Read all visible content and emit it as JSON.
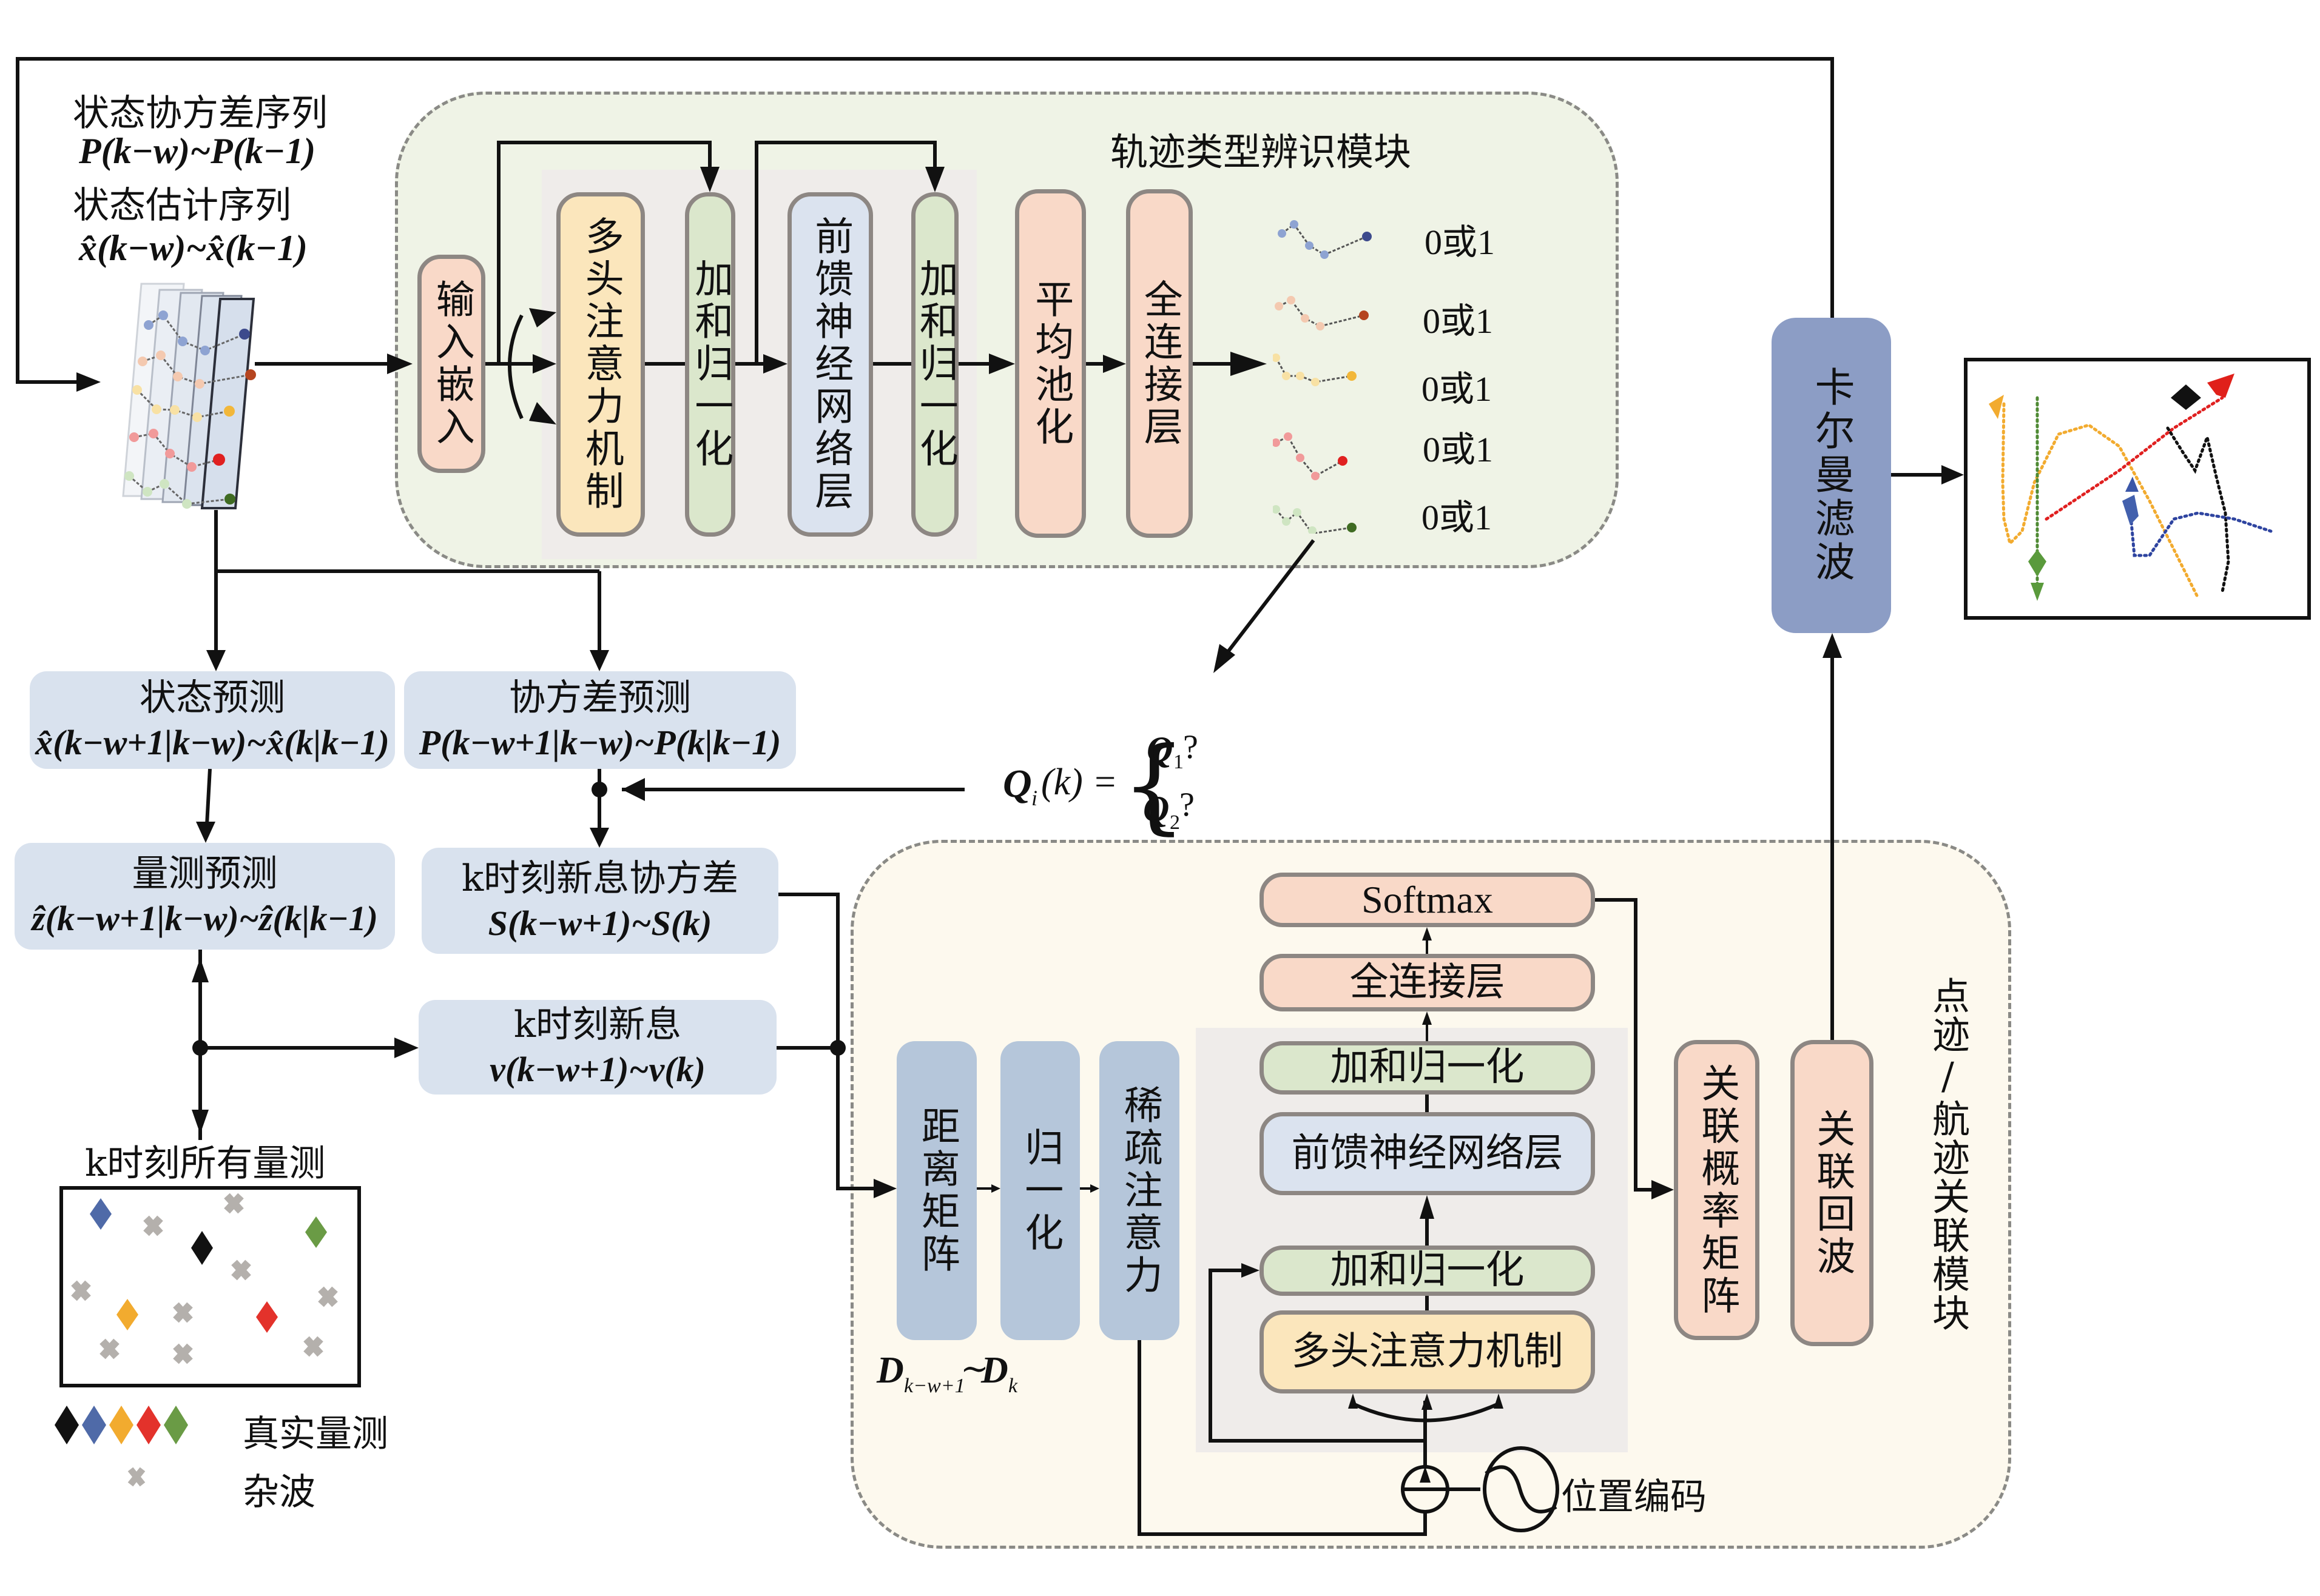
{
  "inputs": {
    "cov_seq_label": "状态协方差序列",
    "cov_seq_expr": "P(k−w)~P(k−1)",
    "est_seq_label": "状态估计序列",
    "est_seq_expr": "x̂(k−w)~x̂(k−1)"
  },
  "trajectory_module": {
    "title": "轨迹类型辨识模块",
    "blocks": [
      {
        "label": "输入嵌入",
        "color": "pink"
      },
      {
        "label": "多头注意力机制",
        "color": "yellow"
      },
      {
        "label": "加和归一化",
        "color": "green"
      },
      {
        "label": "前馈神经网络层",
        "color": "blue"
      },
      {
        "label": "加和归一化",
        "color": "green"
      },
      {
        "label": "平均池化",
        "color": "pink"
      },
      {
        "label": "全连接层",
        "color": "pink"
      }
    ],
    "outputs": [
      {
        "label": "0或1",
        "color": "#3d4a8c"
      },
      {
        "label": "0或1",
        "color": "#b5441f"
      },
      {
        "label": "0或1",
        "color": "#f2b73a"
      },
      {
        "label": "0或1",
        "color": "#e02020"
      },
      {
        "label": "0或1",
        "color": "#3f6b22"
      }
    ]
  },
  "kalman": {
    "label": "卡尔曼滤波"
  },
  "prediction": {
    "state_pred": {
      "title": "状态预测",
      "expr": "x̂(k−w+1|k−w)~x̂(k|k−1)"
    },
    "cov_pred": {
      "title": "协方差预测",
      "expr": "P(k−w+1|k−w)~P(k|k−1)"
    },
    "meas_pred": {
      "title": "量测预测",
      "expr": "ẑ(k−w+1|k−w)~ẑ(k|k−1)"
    },
    "innov_cov": {
      "title": "k时刻新息协方差",
      "expr": "S(k−w+1)~S(k)"
    },
    "innov": {
      "title": "k时刻新息",
      "expr": "v(k−w+1)~v(k)"
    }
  },
  "q_formula": {
    "lhs": "Q",
    "lhs_sub": "i",
    "lhs_arg": "(k) =",
    "opt1": "Q",
    "opt1_sub": "1",
    "opt2": "Q",
    "opt2_sub": "2",
    "suffix": "?"
  },
  "measurements": {
    "title": "k时刻所有量测",
    "legend_true": "真实量测",
    "legend_clutter": "杂波",
    "true_colors": [
      "#111111",
      "#4f6aa8",
      "#f2ab2f",
      "#e3322b",
      "#6a9b45"
    ],
    "clutter_color": "#b4b0ac"
  },
  "association_module": {
    "title": "点迹/航迹关联模块",
    "pre_blocks": [
      "距离矩阵",
      "归一化",
      "稀疏注意力"
    ],
    "d_label": "D",
    "d_sub_start": "k−w+1",
    "d_sub_end": "k",
    "stack": [
      {
        "label": "Softmax",
        "color": "pink"
      },
      {
        "label": "全连接层",
        "color": "pink"
      },
      {
        "label": "加和归一化",
        "color": "green"
      },
      {
        "label": "前馈神经网络层",
        "color": "blue"
      },
      {
        "label": "加和归一化",
        "color": "green"
      },
      {
        "label": "多头注意力机制",
        "color": "yellow"
      }
    ],
    "pos_encoding": "位置编码",
    "assoc_prob": "关联概率矩阵",
    "assoc_echo": "关联回波"
  }
}
